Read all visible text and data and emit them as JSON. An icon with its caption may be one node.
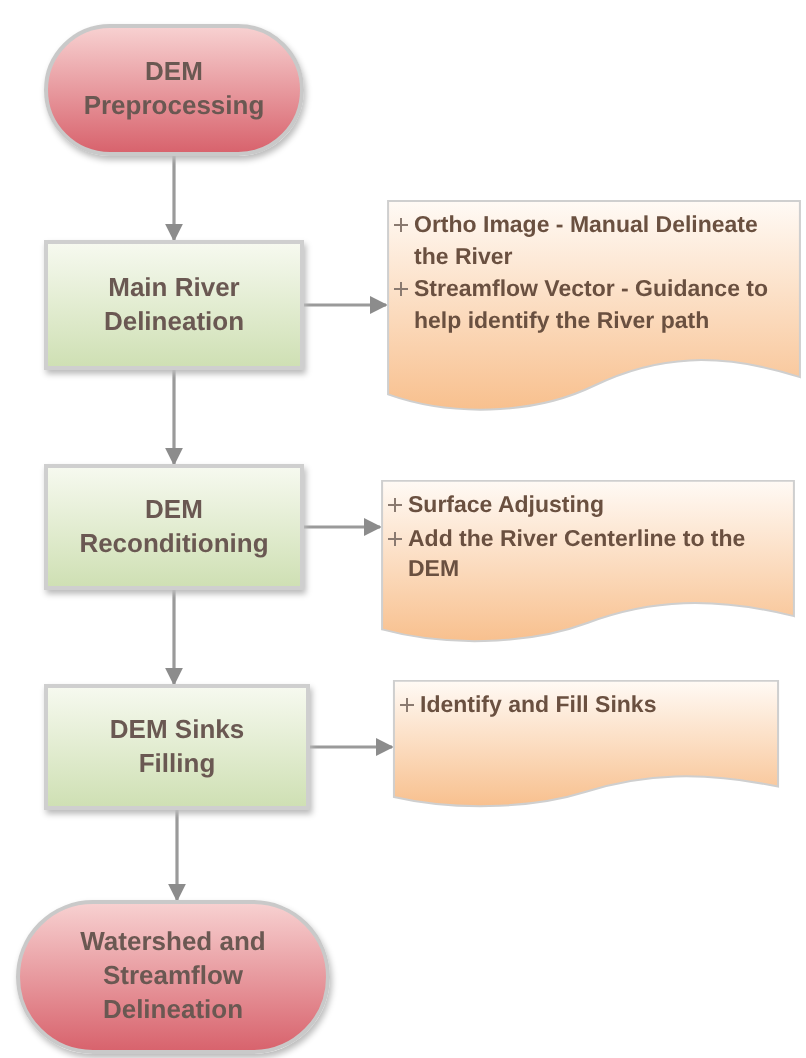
{
  "diagram": {
    "nodes": [
      {
        "text": [
          "DEM Preprocessing"
        ]
      },
      {
        "text": [
          "Main River Delineation"
        ]
      },
      {
        "text": [
          "Ortho Image - Manual Delineate the River",
          "Streamflow Vector - Guidance to help identify the River path"
        ]
      },
      {
        "text": [
          "DEM Reconditioning"
        ]
      },
      {
        "text": [
          "Surface Adjusting",
          "Add the River Centerline to the DEM"
        ]
      },
      {
        "text": [
          "DEM Sinks Filling"
        ]
      },
      {
        "text": [
          "Identify and Fill Sinks"
        ]
      },
      {
        "text": [
          "Watershed and Streamflow Delineation"
        ]
      }
    ],
    "edges": [
      {
        "from": 0,
        "to": 1,
        "arrow": "to"
      },
      {
        "from": 1,
        "to": 2,
        "arrow": "to"
      },
      {
        "from": 1,
        "to": 3,
        "arrow": "to"
      },
      {
        "from": 3,
        "to": 4,
        "arrow": "to"
      },
      {
        "from": 3,
        "to": 5,
        "arrow": "to"
      },
      {
        "from": 5,
        "to": 6,
        "arrow": "to"
      },
      {
        "from": 5,
        "to": 7,
        "arrow": "to"
      }
    ]
  }
}
